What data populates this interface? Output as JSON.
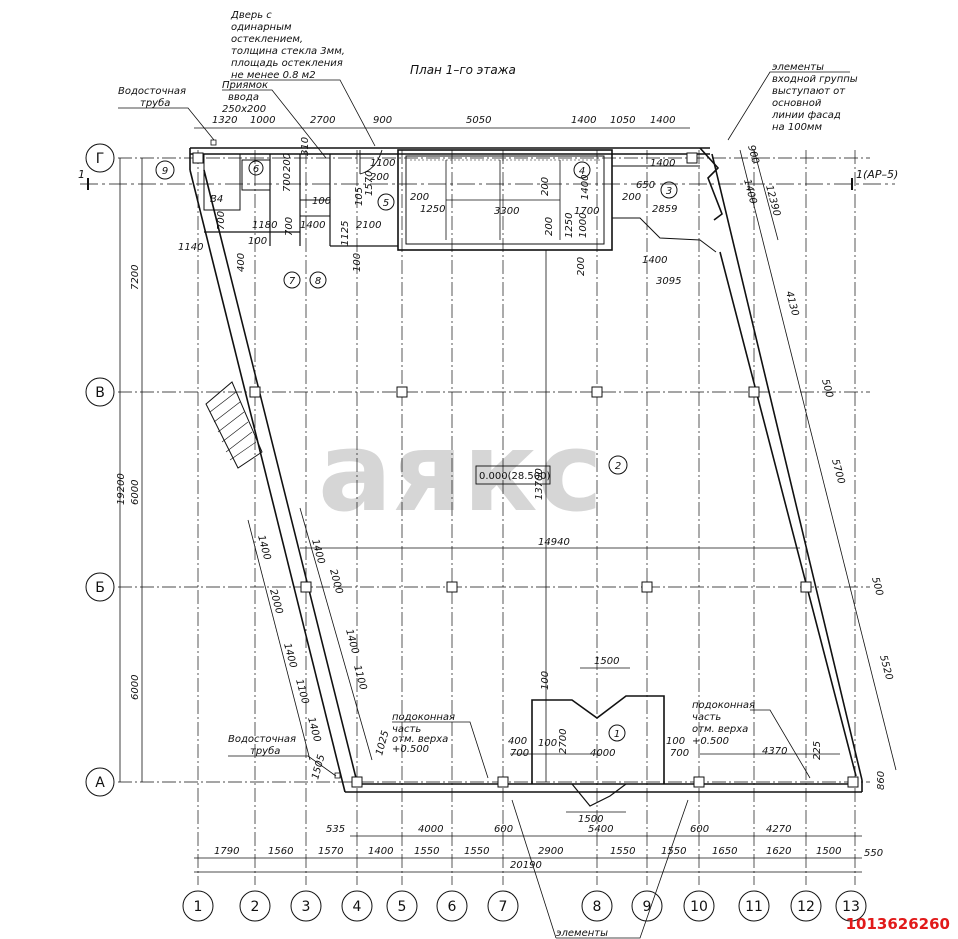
{
  "plan": {
    "title": "План 1–го этажа",
    "watermark": "аякс",
    "listing_id": "1013626260",
    "elevation_label": "0.000(28.500)",
    "section_mark_left": "1",
    "section_mark_right": "1(АР–5)"
  },
  "notes": {
    "door_note": [
      "Дверь с",
      "одинарным",
      "остеклением,",
      "толщина стекла 3мм,",
      "площадь остекления",
      "не менее 0.8 м2"
    ],
    "drain_pipe_top": [
      "Водосточная",
      "труба"
    ],
    "pit_note": [
      "Приямок",
      "ввода",
      "250х200"
    ],
    "entrance_note": [
      "элементы",
      "входной группы",
      "выступают от",
      "основной",
      "линии фасад",
      "на 100мм"
    ],
    "sill_left": [
      "подоконная",
      "часть",
      "отм. верха",
      "+0.500"
    ],
    "sill_right": [
      "подоконная",
      "часть",
      "отм. верха",
      "+0.500"
    ],
    "drain_pipe_bottom": [
      "Водосточная",
      "труба"
    ],
    "elements_bottom": "элементы"
  },
  "axes": {
    "rows": [
      "Г",
      "В",
      "Б",
      "А"
    ],
    "columns": [
      "1",
      "2",
      "3",
      "4",
      "5",
      "6",
      "7",
      "8",
      "9",
      "10",
      "11",
      "12",
      "13"
    ]
  },
  "room_tags": [
    "9",
    "6",
    "5",
    "4",
    "3",
    "2",
    "1",
    "7",
    "8",
    "В4"
  ],
  "dims": {
    "top_row": [
      "1320",
      "1000",
      "2700",
      "900",
      "5050",
      "1400",
      "1050",
      "1400"
    ],
    "left_total": "19200",
    "left_parts": [
      "7200",
      "6000",
      "6000"
    ],
    "bottom_row1": [
      "1790",
      "1560",
      "1570",
      "1400",
      "1550",
      "1550",
      "2900",
      "1550",
      "1550",
      "1650",
      "1620",
      "1500",
      "550"
    ],
    "bottom_total": "20190",
    "bottom_row2": [
      "535",
      "4000",
      "600",
      "5400",
      "600",
      "4270"
    ],
    "near_a": [
      "400",
      "700",
      "100",
      "2700",
      "4000",
      "100",
      "700",
      "4370",
      "225",
      "1500",
      "1500",
      "100",
      "1025",
      "1505",
      "860"
    ],
    "diag_left": [
      "1400",
      "1400",
      "2000",
      "2000",
      "1400",
      "1400",
      "1100",
      "1100",
      "1400"
    ],
    "diag_right": [
      "4130",
      "12390",
      "500",
      "5700",
      "500",
      "5520",
      "900",
      "1400"
    ],
    "middle": [
      "14940",
      "13700"
    ],
    "top_inner": [
      "1100",
      "200",
      "1570",
      "200",
      "1250",
      "3300",
      "200",
      "1400",
      "1400",
      "1250",
      "1000",
      "1700",
      "650",
      "200",
      "2859",
      "1400",
      "3095",
      "2100",
      "1180",
      "1400",
      "700",
      "700",
      "100",
      "100",
      "400",
      "1140",
      "105",
      "1125",
      "100",
      "700",
      "200",
      "310",
      "200",
      "200"
    ]
  }
}
